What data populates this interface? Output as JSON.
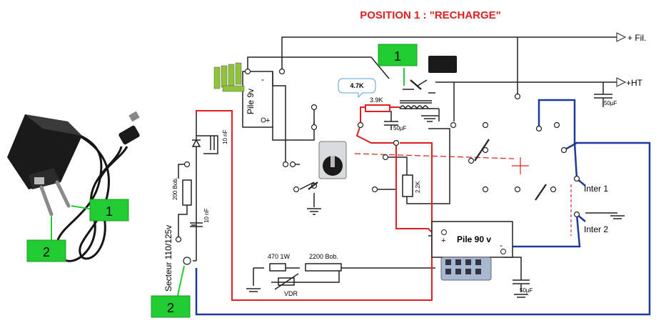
{
  "title": "POSITION 1 : \"RECHARGE\"",
  "colors": {
    "title": "#e02020",
    "wire_black": "#222222",
    "wire_red": "#e02020",
    "wire_blue": "#1f3a9c",
    "callout_green": "#22cc33",
    "callout_text": "#000000",
    "tooltip_border": "#5aa0d8"
  },
  "outputs": {
    "fil": "+ Fil.",
    "ht": "+HT"
  },
  "callouts": [
    "1",
    "1",
    "2",
    "2"
  ],
  "tooltip": "4.7K",
  "labels": {
    "pile9v": "Pile 9v",
    "plus": "+",
    "minus": "-",
    "r39k": "3.9K",
    "cap50_a": "50µF",
    "cap50_b": "50µF",
    "cap50_c": "50µF",
    "r22k": "2.2K",
    "inter1": "Inter 1",
    "inter2": "Inter 2",
    "pile90v": "Pile 90 v",
    "r470": "470 1W",
    "bob2200": "2200 Bob.",
    "vdr": "VDR",
    "bob200": "200 Bob.",
    "cap10nf_a": "10 nF",
    "cap10nf_b": "10 nF",
    "secteur": "Secteur 110/125v"
  }
}
